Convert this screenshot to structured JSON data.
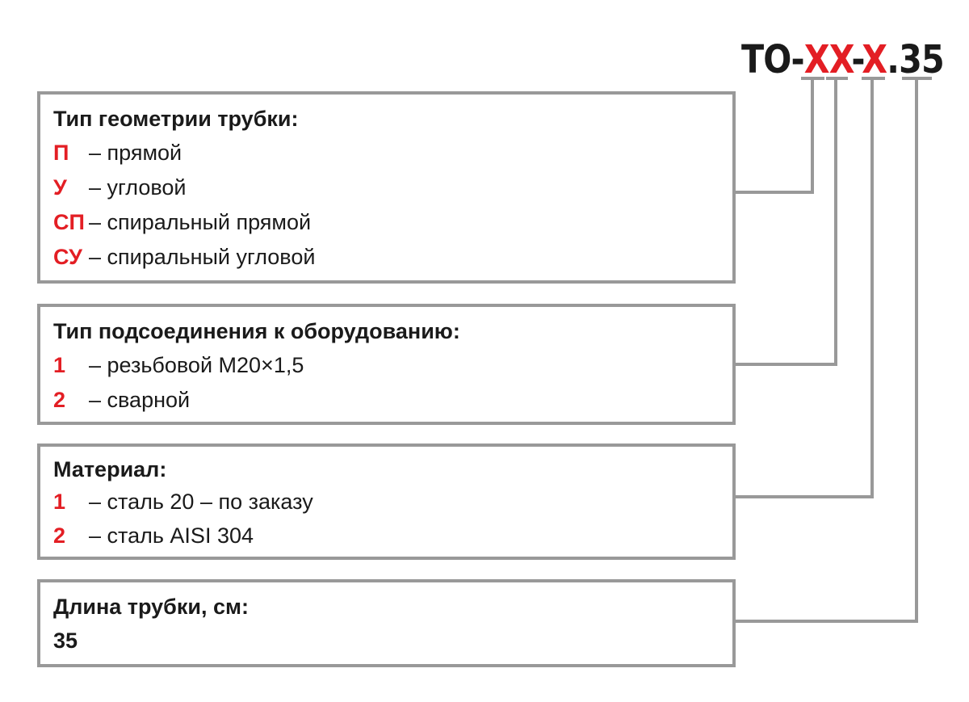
{
  "code": {
    "prefix": "ТО-",
    "var1": "XX",
    "sep": "-",
    "var2": "X",
    "suffix": ".35"
  },
  "colors": {
    "accent": "#e31e24",
    "border": "#999999",
    "text": "#1a1a1a"
  },
  "boxes": [
    {
      "title": "Тип геометрии трубки:",
      "items": [
        {
          "key": "П",
          "desc": "– прямой"
        },
        {
          "key": "У",
          "desc": "– угловой"
        },
        {
          "key": "СП",
          "desc": "– спиральный прямой"
        },
        {
          "key": "СУ",
          "desc": "– спиральный угловой"
        }
      ]
    },
    {
      "title": "Тип подсоединения к оборудованию:",
      "items": [
        {
          "key": "1",
          "desc": "– резьбовой М20×1,5"
        },
        {
          "key": "2",
          "desc": "– сварной"
        }
      ]
    },
    {
      "title": "Материал:",
      "items": [
        {
          "key": "1",
          "desc": "– сталь 20 – по заказу"
        },
        {
          "key": "2",
          "desc": "– сталь AISI 304"
        }
      ]
    },
    {
      "title": "Длина трубки, см:",
      "value": "35"
    }
  ]
}
